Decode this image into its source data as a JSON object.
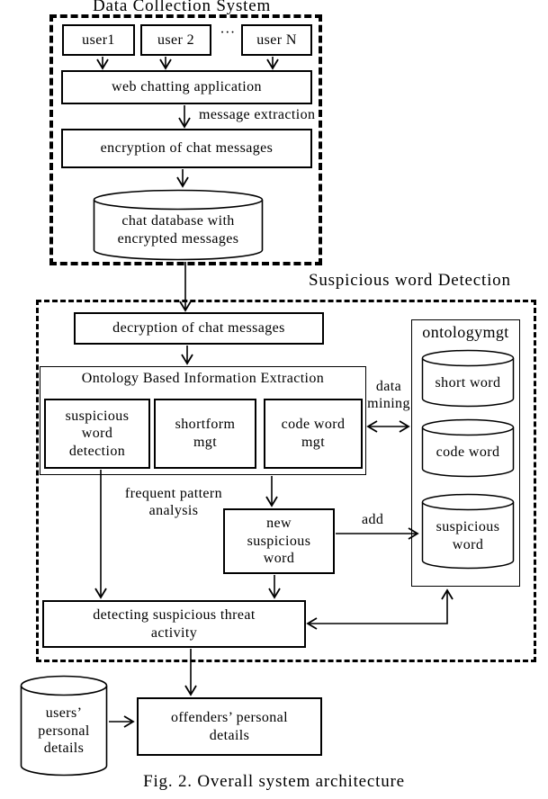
{
  "title": "Data Collection System",
  "section2": "Suspicious word Detection",
  "caption": "Fig. 2. Overall system architecture",
  "nodes": {
    "user1": "user1",
    "user2": "user 2",
    "dots": "···",
    "userN": "user N",
    "web_chat": "web chatting application",
    "encryption": "encryption of chat messages",
    "chat_db": [
      "chat database with",
      "encrypted messages"
    ],
    "decryption": "decryption of chat messages",
    "obie_title": "Ontology Based Information Extraction",
    "suspicious_word_detection": [
      "suspicious",
      "word",
      "detection"
    ],
    "shortform_mgt": [
      "shortform",
      "mgt"
    ],
    "code_word_mgt": [
      "code word",
      "mgt"
    ],
    "ontology_mgt": "ontologymgt",
    "short_word": "short word",
    "code_word": "code word",
    "suspicious_word": [
      "suspicious",
      "word"
    ],
    "new_suspicious_word": [
      "new",
      "suspicious",
      "word"
    ],
    "detecting_threat": [
      "detecting suspicious threat",
      "activity"
    ],
    "users_details": [
      "users’",
      "personal",
      "details"
    ],
    "offenders_details": [
      "offenders’ personal",
      "details"
    ]
  },
  "edge_labels": {
    "message_extraction": "message extraction",
    "data_mining": [
      "data",
      "mining"
    ],
    "frequent_pattern": [
      "frequent pattern",
      "analysis"
    ],
    "add": "add"
  },
  "colors": {
    "ink": "#000000",
    "paper": "#ffffff"
  }
}
